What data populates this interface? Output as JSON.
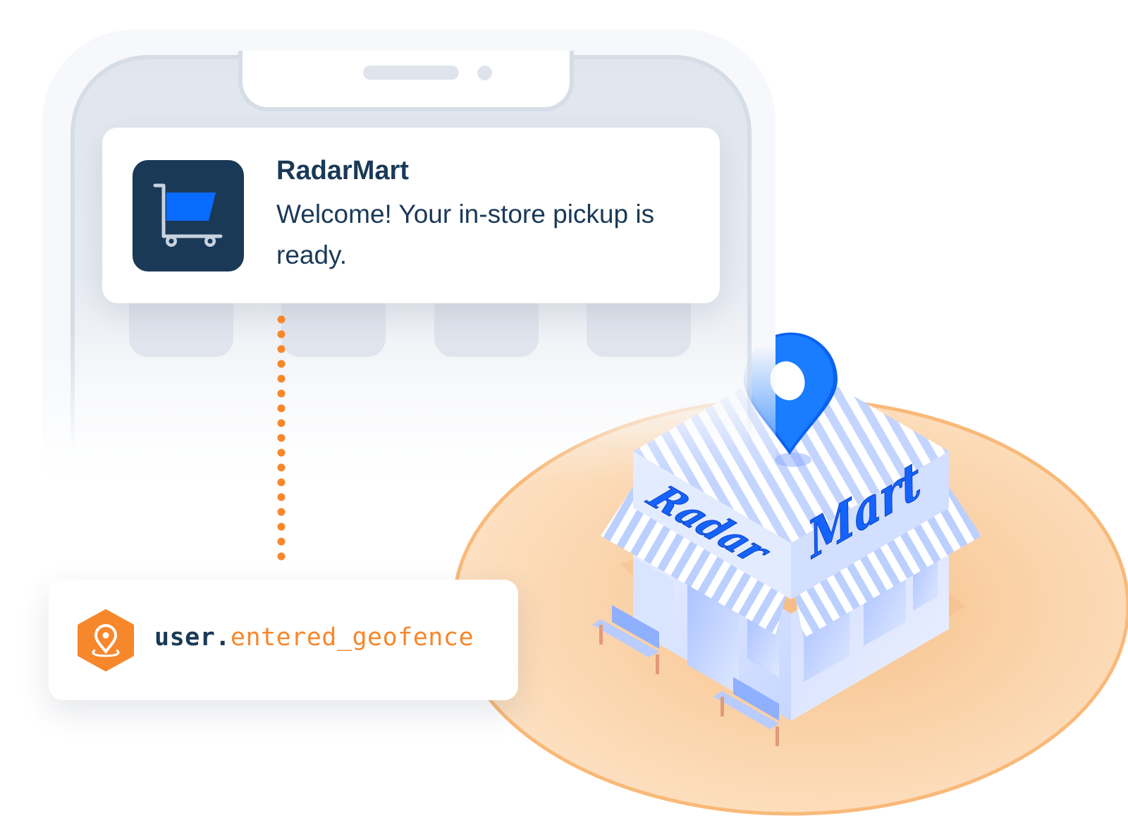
{
  "notification": {
    "app_name": "RadarMart",
    "message": "Welcome! Your in-store pickup is ready.",
    "icon": "shopping-cart-icon"
  },
  "event": {
    "object": "user",
    "separator": ".",
    "name": "entered_geofence",
    "icon": "geofence-pin-icon"
  },
  "store": {
    "sign_left": "Radar",
    "sign_right": "Mart",
    "marker_icon": "location-pin-icon"
  },
  "colors": {
    "navy": "#1a3957",
    "brand_blue": "#0a6cff",
    "orange": "#f7872b",
    "geofence_fill": "#fde1c2",
    "geofence_stroke": "#f9b978"
  }
}
